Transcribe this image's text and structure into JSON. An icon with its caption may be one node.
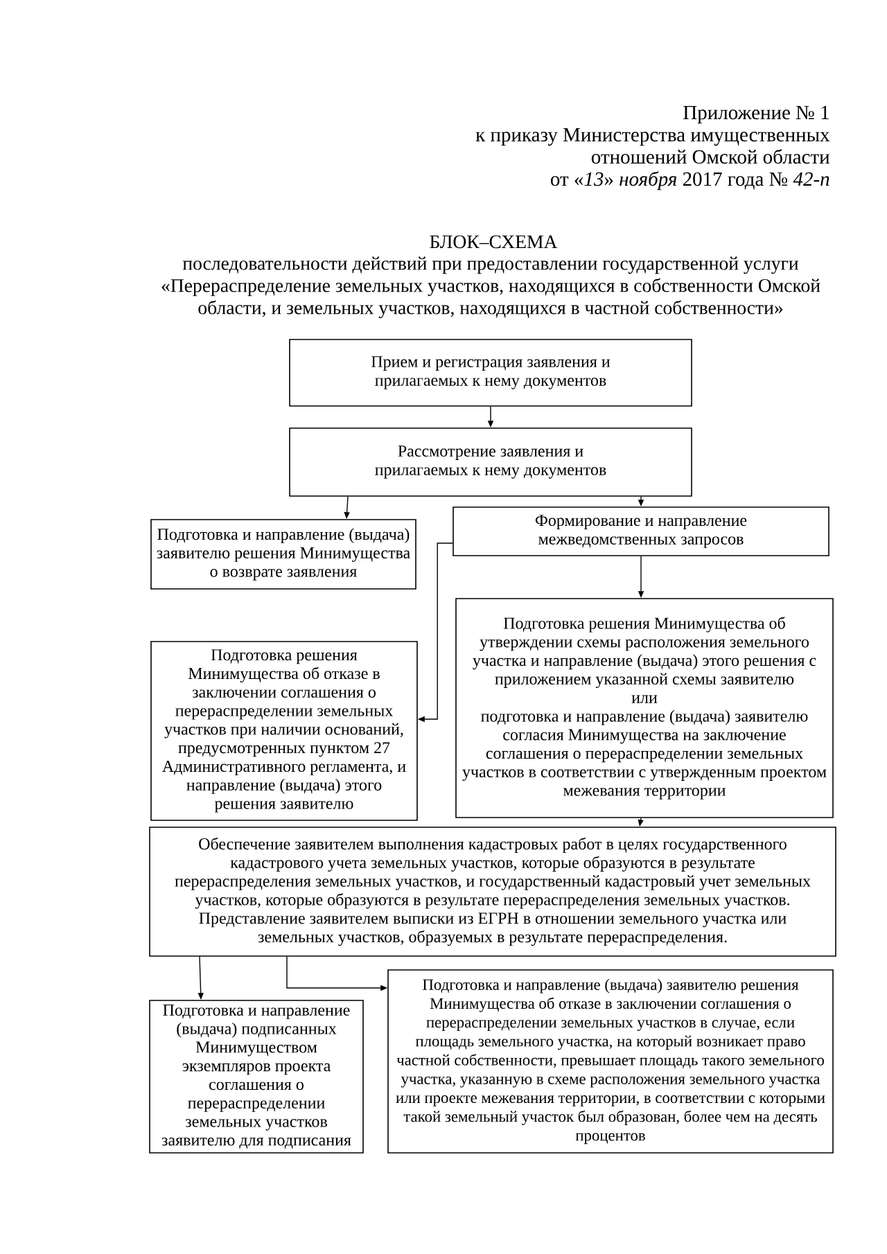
{
  "diagram": {
    "title": "БЛОК–СХЕМА",
    "nodes": [
      {
        "text": [
          "Прием и регистрация заявления и прилагаемых к нему документов"
        ]
      },
      {
        "text": [
          "Рассмотрение заявления и прилагаемых к нему документов"
        ]
      },
      {
        "text": [
          "Подготовка и направление (выдача) заявителю решения Минимущества о возврате заявления"
        ]
      },
      {
        "text": [
          "Формирование и направление межведомственных запросов"
        ]
      },
      {
        "text": [
          "Подготовка решения Минимущества об отказе в заключении соглашения о перераспределении земельных участков при наличии оснований, предусмотренных пунктом 27 Административного регламента, и направление (выдача) этого решения заявителю"
        ]
      },
      {
        "text": [
          "Подготовка решения Минимущества об утверждении схемы расположения земельного участка и направление (выдача) этого решения с приложением указанной схемы заявителю",
          "или",
          "подготовка и направление (выдача) заявителю согласия Минимущества на заключение соглашения о перераспределении земельных участков в соответствии с утвержденным проектом межевания территории"
        ]
      },
      {
        "text": [
          "Обеспечение заявителем выполнения кадастровых работ в целях государственного кадастрового учета земельных участков, которые образуются в результате перераспределения земельных участков, и государственный кадастровый учет земельных участков, которые образуются в результате перераспределения земельных участков.",
          "Представление заявителем выписки из ЕГРН в отношении земельного участка или земельных участков, образуемых в результате перераспределения."
        ]
      },
      {
        "text": [
          "Подготовка и направление (выдача) подписанных Минимуществом экземпляров проекта соглашения о перераспределении земельных участков заявителю для подписания"
        ]
      },
      {
        "text": [
          "Подготовка и направление (выдача) заявителю решения Минимущества об отказе в заключении соглашения о перераспределении земельных участков в случае, если площадь земельного участка, на который возникает право частной собственности, превышает площадь такого земельного участка, указанную в схеме расположения земельного участка или проекте межевания территории, в соответствии с которыми такой земельный участок был образован, более чем на десять процентов"
        ]
      }
    ],
    "edges": [
      {
        "from": 0,
        "to": 1,
        "arrow": "to"
      },
      {
        "from": 1,
        "to": 2,
        "arrow": "to"
      },
      {
        "from": 1,
        "to": 3,
        "arrow": "to"
      },
      {
        "from": 3,
        "to": 4,
        "arrow": "to"
      },
      {
        "from": 3,
        "to": 5,
        "arrow": "to"
      },
      {
        "from": 5,
        "to": 6,
        "arrow": "to"
      },
      {
        "from": 6,
        "to": 7,
        "arrow": "to"
      },
      {
        "from": 6,
        "to": 8,
        "arrow": "to"
      }
    ],
    "labels": [
      "Приложение № 1",
      "к приказу Министерства имущественных",
      "отношений Омской области",
      "от «*13*» *ноября* 2017 года № *42-п*",
      "последовательности действий при предоставлении государственной услуги «Перераспределение земельных участков, находящихся в собственности Омской области, и земельных участков, находящихся в частной собственности»"
    ]
  }
}
